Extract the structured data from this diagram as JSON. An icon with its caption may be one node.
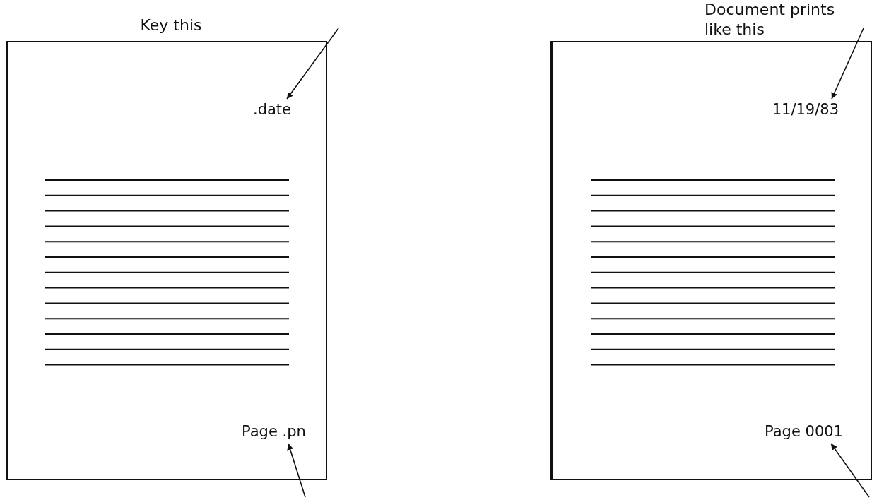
{
  "diagram": {
    "nodes": [
      {
        "text": [
          "Key this"
        ]
      },
      {
        "text": [
          ".date"
        ],
        "in": 0
      },
      {
        "text": [
          "Page .pn"
        ],
        "in": 0
      },
      {
        "text": [
          "Document prints like this"
        ]
      },
      {
        "text": [
          "11/19/83"
        ],
        "in": 3
      },
      {
        "text": [
          "Page 0001"
        ],
        "in": 3
      }
    ],
    "edges": [
      {
        "from": null,
        "to": 1,
        "arrow": "to"
      },
      {
        "from": null,
        "to": 2,
        "arrow": "to"
      },
      {
        "from": null,
        "to": 4,
        "arrow": "to"
      },
      {
        "from": null,
        "to": 5,
        "arrow": "to"
      }
    ]
  }
}
